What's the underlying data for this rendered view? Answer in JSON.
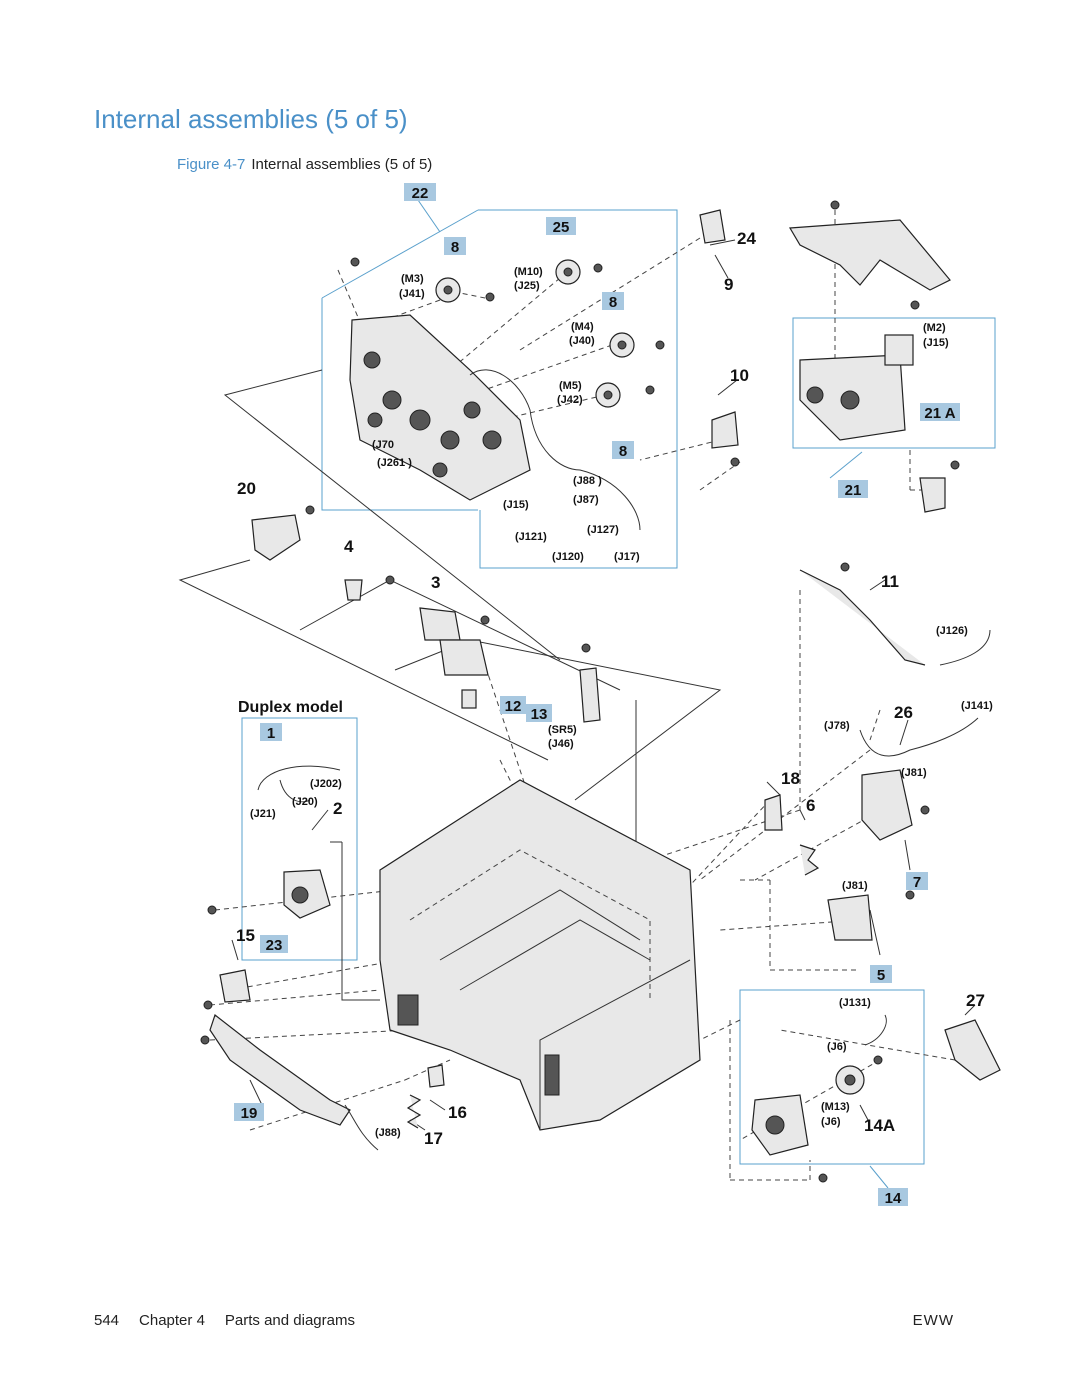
{
  "page": {
    "heading": "Internal assemblies (5 of 5)",
    "figure_prefix": "Figure 4-7",
    "figure_title": "Internal assemblies (5 of 5)"
  },
  "footer": {
    "page_number": "544",
    "chapter": "Chapter 4",
    "section": "Parts and diagrams",
    "doc_code": "EWW"
  },
  "duplex_label": "Duplex model",
  "callouts_boxed": [
    {
      "id": "c22",
      "text": "22"
    },
    {
      "id": "c25",
      "text": "25"
    },
    {
      "id": "c8a",
      "text": "8"
    },
    {
      "id": "c8b",
      "text": "8"
    },
    {
      "id": "c8c",
      "text": "8"
    },
    {
      "id": "c21a",
      "text": "21 A"
    },
    {
      "id": "c21",
      "text": "21"
    },
    {
      "id": "c12",
      "text": "12"
    },
    {
      "id": "c13",
      "text": "13"
    },
    {
      "id": "c1",
      "text": "1"
    },
    {
      "id": "c7",
      "text": "7"
    },
    {
      "id": "c23",
      "text": "23"
    },
    {
      "id": "c5",
      "text": "5"
    },
    {
      "id": "c19",
      "text": "19"
    },
    {
      "id": "c14",
      "text": "14"
    }
  ],
  "callouts_plain": [
    {
      "id": "n24",
      "text": "24"
    },
    {
      "id": "n9",
      "text": "9"
    },
    {
      "id": "n10",
      "text": "10"
    },
    {
      "id": "n20",
      "text": "20"
    },
    {
      "id": "n4",
      "text": "4"
    },
    {
      "id": "n3",
      "text": "3"
    },
    {
      "id": "n11",
      "text": "11"
    },
    {
      "id": "n26",
      "text": "26"
    },
    {
      "id": "n18",
      "text": "18"
    },
    {
      "id": "n6",
      "text": "6"
    },
    {
      "id": "n2",
      "text": "2"
    },
    {
      "id": "n15",
      "text": "15"
    },
    {
      "id": "n27",
      "text": "27"
    },
    {
      "id": "n14a",
      "text": "14A"
    },
    {
      "id": "n16",
      "text": "16"
    },
    {
      "id": "n17",
      "text": "17"
    }
  ],
  "connector_labels": [
    {
      "id": "l_m3",
      "text": "(M3)"
    },
    {
      "id": "l_j41",
      "text": "(J41)"
    },
    {
      "id": "l_m10",
      "text": "(M10)"
    },
    {
      "id": "l_j25",
      "text": "(J25)"
    },
    {
      "id": "l_m4",
      "text": "(M4)"
    },
    {
      "id": "l_j40",
      "text": "(J40)"
    },
    {
      "id": "l_m5",
      "text": "(M5)"
    },
    {
      "id": "l_j42",
      "text": "(J42)"
    },
    {
      "id": "l_j70",
      "text": "(J70"
    },
    {
      "id": "l_j261",
      "text": "(J261 )"
    },
    {
      "id": "l_j88a",
      "text": "(J88 )"
    },
    {
      "id": "l_j87",
      "text": "(J87)"
    },
    {
      "id": "l_j15a",
      "text": "(J15)"
    },
    {
      "id": "l_j121",
      "text": "(J121)"
    },
    {
      "id": "l_j127",
      "text": "(J127)"
    },
    {
      "id": "l_j120",
      "text": "(J120)"
    },
    {
      "id": "l_j17",
      "text": "(J17)"
    },
    {
      "id": "l_m2",
      "text": "(M2)"
    },
    {
      "id": "l_j15b",
      "text": "(J15)"
    },
    {
      "id": "l_j126",
      "text": "(J126)"
    },
    {
      "id": "l_j141",
      "text": "(J141)"
    },
    {
      "id": "l_j78",
      "text": "(J78)"
    },
    {
      "id": "l_j81a",
      "text": "(J81)"
    },
    {
      "id": "l_sr5",
      "text": "(SR5)"
    },
    {
      "id": "l_j46",
      "text": "(J46)"
    },
    {
      "id": "l_j202",
      "text": "(J202)"
    },
    {
      "id": "l_j21",
      "text": "(J21)"
    },
    {
      "id": "l_j20",
      "text": "(J20)"
    },
    {
      "id": "l_j81b",
      "text": "(J81)"
    },
    {
      "id": "l_j131",
      "text": "(J131)"
    },
    {
      "id": "l_j6a",
      "text": "(J6)"
    },
    {
      "id": "l_m13",
      "text": "(M13)"
    },
    {
      "id": "l_j6b",
      "text": "(J6)"
    },
    {
      "id": "l_j88b",
      "text": "(J88)"
    }
  ]
}
